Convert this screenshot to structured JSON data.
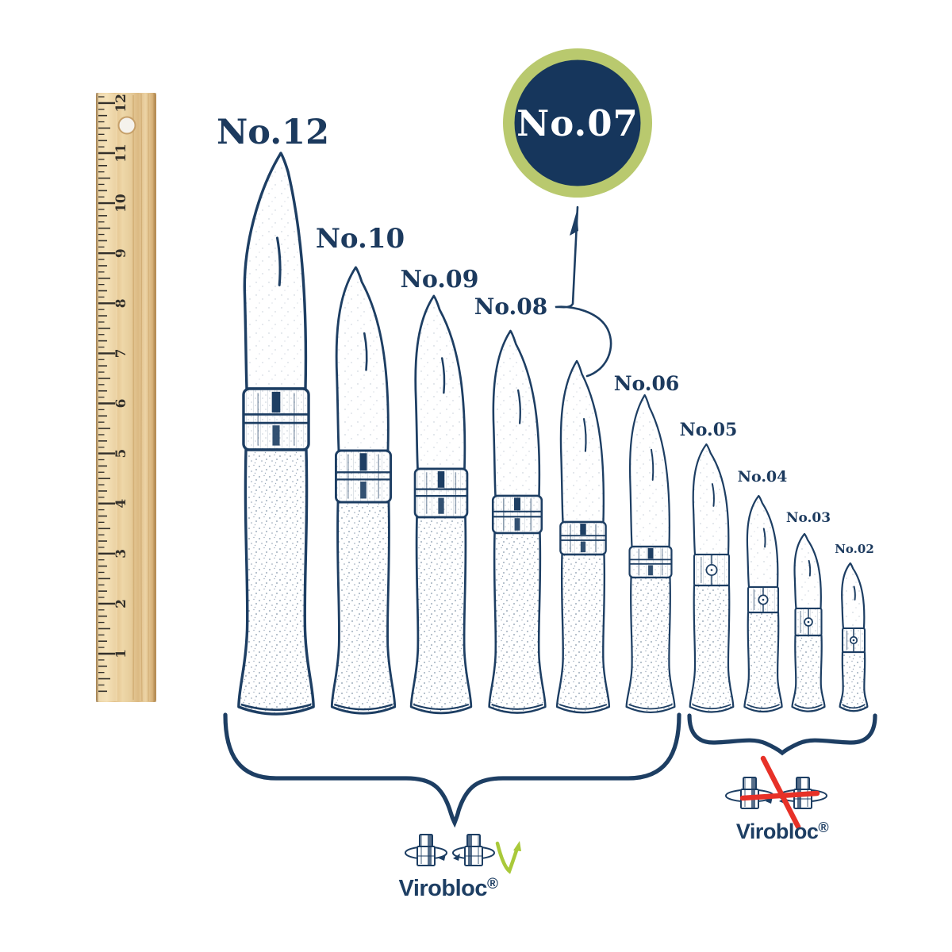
{
  "badge": {
    "label": "No.07"
  },
  "ruler": {
    "unit_numbers": [
      "12",
      "11",
      "10",
      "9",
      "8",
      "7",
      "6",
      "5",
      "4",
      "3",
      "2",
      "1"
    ]
  },
  "knives": [
    {
      "id": "no-12",
      "label": "No.12",
      "virobloc": true
    },
    {
      "id": "no-10",
      "label": "No.10",
      "virobloc": true
    },
    {
      "id": "no-09",
      "label": "No.09",
      "virobloc": true
    },
    {
      "id": "no-08",
      "label": "No.08",
      "virobloc": true
    },
    {
      "id": "no-07",
      "label": "",
      "virobloc": true
    },
    {
      "id": "no-06",
      "label": "No.06",
      "virobloc": true
    },
    {
      "id": "no-05",
      "label": "No.05",
      "virobloc": false
    },
    {
      "id": "no-04",
      "label": "No.04",
      "virobloc": false
    },
    {
      "id": "no-03",
      "label": "No.03",
      "virobloc": false
    },
    {
      "id": "no-02",
      "label": "No.02",
      "virobloc": false
    }
  ],
  "lock_groups": {
    "with_virobloc": {
      "label": "Virobloc",
      "reg": "®",
      "has_lock": true
    },
    "without_virobloc": {
      "label": "Virobloc",
      "reg": "®",
      "has_lock": false
    }
  },
  "colors": {
    "navy": "#1d3e63",
    "badge_fill": "#16365c",
    "badge_ring": "#b9c96e",
    "check_green": "#a9c93a",
    "cross_red": "#e73128",
    "wood_light": "#eed7a8",
    "wood_dark": "#c9a36a"
  }
}
